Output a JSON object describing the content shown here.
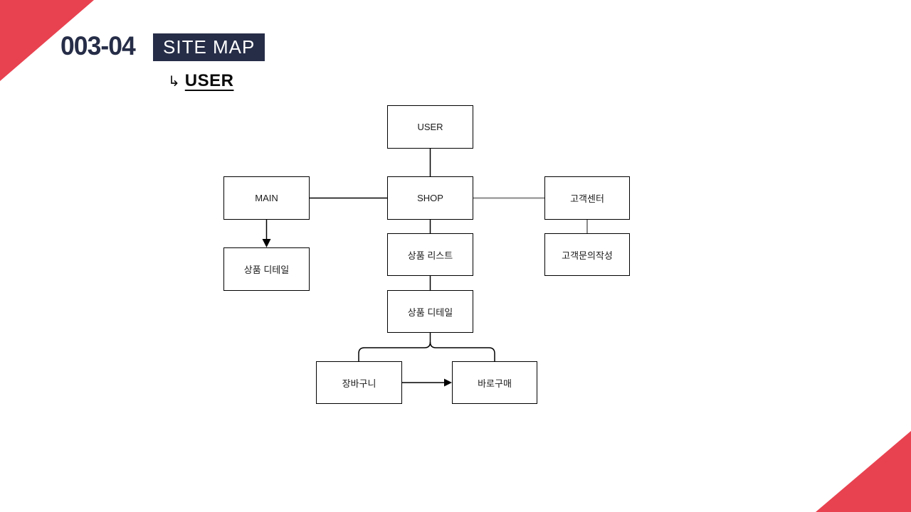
{
  "header": {
    "page_number": "003-04",
    "title_tag": "SITE MAP",
    "section_arrow_glyph": "↳",
    "section_label": "USER"
  },
  "colors": {
    "accent_red": "#E84250",
    "navy": "#262D47",
    "edge_black": "#000000",
    "edge_gray": "#8a8a8a",
    "node_border": "#000000",
    "node_background": "#ffffff"
  },
  "diagram": {
    "nodes": [
      {
        "id": "user",
        "label": "USER"
      },
      {
        "id": "main",
        "label": "MAIN"
      },
      {
        "id": "shop",
        "label": "SHOP"
      },
      {
        "id": "customer-center",
        "label": "고객센터"
      },
      {
        "id": "product-detail-left",
        "label": "상품 디테일"
      },
      {
        "id": "product-list",
        "label": "상품 리스트"
      },
      {
        "id": "customer-inquiry",
        "label": "고객문의작성"
      },
      {
        "id": "product-detail-mid",
        "label": "상품 디테일"
      },
      {
        "id": "cart",
        "label": "장바구니"
      },
      {
        "id": "buy-now",
        "label": "바로구매"
      }
    ],
    "edges": [
      {
        "from": "user",
        "to": "shop",
        "style": "black-line"
      },
      {
        "from": "main",
        "to": "shop",
        "style": "black-line"
      },
      {
        "from": "shop",
        "to": "customer-center",
        "style": "gray-line"
      },
      {
        "from": "main",
        "to": "product-detail-left",
        "style": "black-arrow-down"
      },
      {
        "from": "shop",
        "to": "product-list",
        "style": "black-line"
      },
      {
        "from": "customer-center",
        "to": "customer-inquiry",
        "style": "gray-line"
      },
      {
        "from": "product-list",
        "to": "product-detail-mid",
        "style": "black-line"
      },
      {
        "from": "product-detail-mid",
        "to": "cart",
        "style": "black-branch"
      },
      {
        "from": "product-detail-mid",
        "to": "buy-now",
        "style": "black-branch"
      },
      {
        "from": "cart",
        "to": "buy-now",
        "style": "black-arrow-right"
      }
    ]
  }
}
